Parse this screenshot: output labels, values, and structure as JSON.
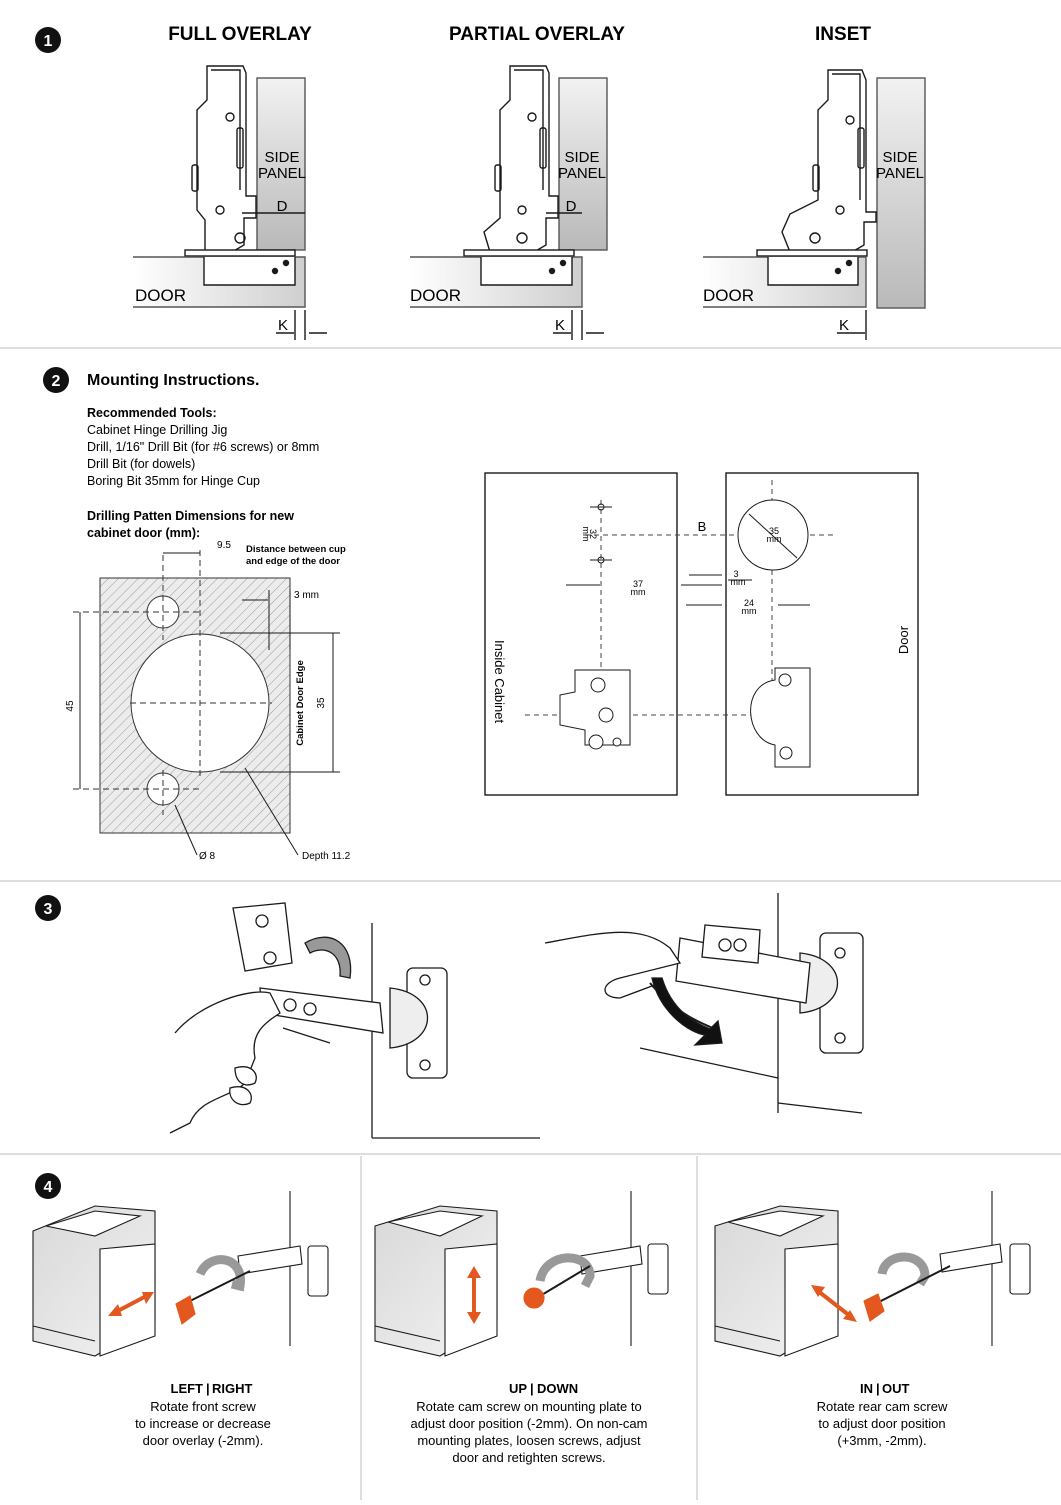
{
  "section1": {
    "step": "1",
    "columns": [
      {
        "title": "FULL OVERLAY",
        "side_panel": [
          "SIDE",
          "PANEL"
        ],
        "door": "DOOR",
        "d": "D",
        "k": "K"
      },
      {
        "title": "PARTIAL OVERLAY",
        "side_panel": [
          "SIDE",
          "PANEL"
        ],
        "door": "DOOR",
        "d": "D",
        "k": "K"
      },
      {
        "title": "INSET",
        "side_panel": [
          "SIDE",
          "PANEL"
        ],
        "door": "DOOR",
        "k": "K"
      }
    ]
  },
  "section2": {
    "step": "2",
    "heading": "Mounting Instructions.",
    "tools_heading": "Recommended Tools:",
    "tools": [
      "Cabinet Hinge Drilling Jig",
      "Drill, 1/16\" Drill Bit (for #6 screws) or 8mm",
      "Drill Bit (for dowels)",
      "Boring Bit 35mm for Hinge Cup"
    ],
    "pattern_heading": [
      "Drilling Patten Dimensions for new",
      "cabinet door (mm):"
    ],
    "pattern": {
      "dim_95": "9.5",
      "note": [
        "Distance between cup",
        "and edge of the door"
      ],
      "dim_3mm": "3 mm",
      "dim_45": "45",
      "dim_35": "35",
      "edge_label": "Cabinet Door Edge",
      "dia": "Ø 8",
      "depth": "Depth 11.2"
    },
    "template": {
      "inside": "Inside Cabinet",
      "door": "Door",
      "b": "B",
      "d32": "32",
      "d37": "37",
      "d35": "35",
      "d3": "3",
      "d24": "24",
      "mm": "mm"
    }
  },
  "section3": {
    "step": "3"
  },
  "section4": {
    "step": "4",
    "panels": [
      {
        "title_a": "LEFT",
        "title_b": "RIGHT",
        "lines": [
          "Rotate front screw",
          "to increase or decrease",
          "door overlay (-2mm)."
        ]
      },
      {
        "title_a": "UP",
        "title_b": "DOWN",
        "lines": [
          "Rotate cam screw on mounting plate to",
          "adjust door position (-2mm). On non-cam",
          "mounting plates, loosen screws, adjust",
          "door and retighten screws."
        ]
      },
      {
        "title_a": "IN",
        "title_b": "OUT",
        "lines": [
          "Rotate rear cam screw",
          "to adjust door position",
          "(+3mm, -2mm)."
        ]
      }
    ]
  },
  "colors": {
    "accent": "#e2581f",
    "panel": "#c8c8c8",
    "line": "#1a1a1a",
    "divider": "#bdbdbd"
  }
}
